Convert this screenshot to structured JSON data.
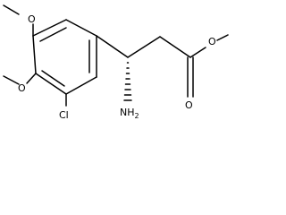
{
  "molecule": {
    "labels": {
      "o_top": "O",
      "o_mid": "O",
      "cl": "Cl",
      "nh2": "NH",
      "nh2_sub": "2",
      "o_carbonyl": "O",
      "o_ester": "O"
    },
    "colors": {
      "bond": "#000000",
      "text": "#000000",
      "background": "#ffffff"
    }
  }
}
